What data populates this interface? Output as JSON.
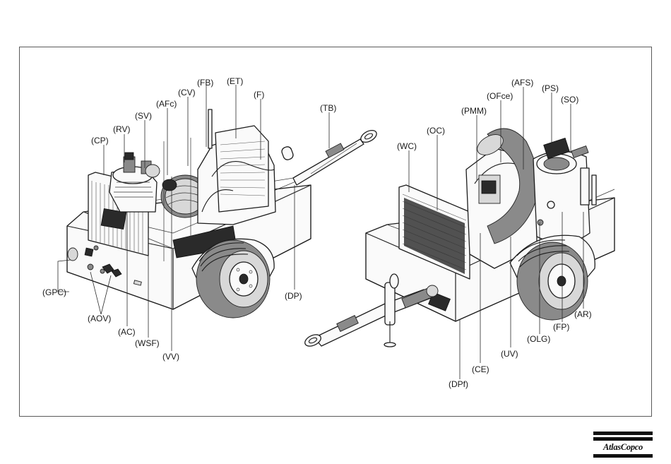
{
  "figure": {
    "callouts_left": {
      "cp": "(CP)",
      "rv": "(RV)",
      "sv": "(SV)",
      "afc": "(AFc)",
      "cv": "(CV)",
      "fb": "(FB)",
      "et": "(ET)",
      "f": "(F)",
      "tb": "(TB)",
      "gpc": "(GPC)",
      "aov": "(AOV)",
      "ac": "(AC)",
      "wsf": "(WSF)",
      "vv": "(VV)",
      "dp": "(DP)"
    },
    "callouts_right": {
      "wc": "(WC)",
      "oc": "(OC)",
      "pmm": "(PMM)",
      "ofce": "(OFce)",
      "afs": "(AFS)",
      "ps": "(PS)",
      "so": "(SO)",
      "ar": "(AR)",
      "fp": "(FP)",
      "olg": "(OLG)",
      "uv": "(UV)",
      "ce": "(CE)",
      "dpf": "(DPf)"
    }
  },
  "brand": {
    "name": "AtlasCopco",
    "colors": {
      "ink": "#111111",
      "frame": "#5a5a5a"
    }
  }
}
